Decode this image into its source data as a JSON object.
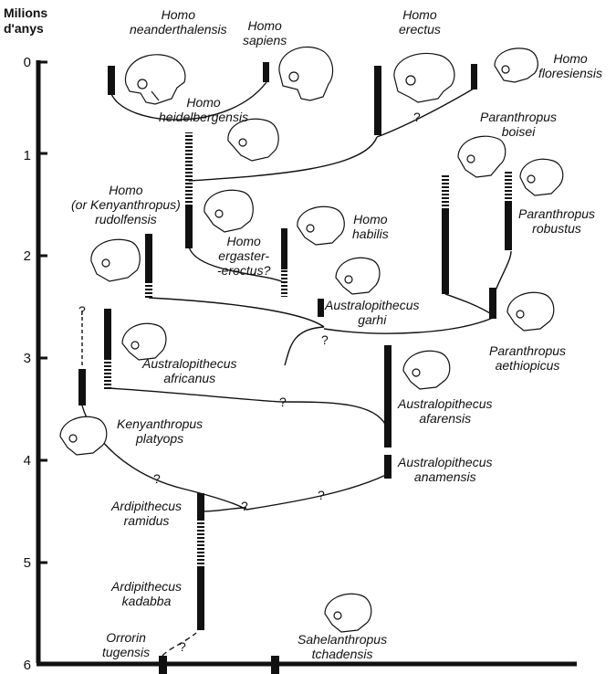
{
  "axis": {
    "title_line1": "Milions",
    "title_line2": "d'anys",
    "ticks": [
      "0",
      "1",
      "2",
      "3",
      "4",
      "5",
      "6"
    ]
  },
  "species": {
    "h_neanderthalensis": [
      "Homo",
      "neanderthalensis"
    ],
    "h_sapiens": [
      "Homo",
      "sapiens"
    ],
    "h_erectus": [
      "Homo",
      "erectus"
    ],
    "h_floresiensis": [
      "Homo",
      "floresiensis"
    ],
    "h_heidelbergensis": [
      "Homo",
      "heidelbergensis"
    ],
    "p_boisei": [
      "Paranthropus",
      "boisei"
    ],
    "p_robustus": [
      "Paranthropus",
      "robustus"
    ],
    "h_rudolfensis": [
      "Homo",
      "(or Kenyanthropus)",
      "rudolfensis"
    ],
    "h_habilis": [
      "Homo",
      "habilis"
    ],
    "h_ergaster": [
      "Homo",
      "ergaster-",
      "-erectus?"
    ],
    "a_garhi": [
      "Australopithecus",
      "garhi"
    ],
    "a_africanus": [
      "Australopithecus",
      "africanus"
    ],
    "p_aethiopicus": [
      "Paranthropus",
      "aethiopicus"
    ],
    "a_afarensis": [
      "Australopithecus",
      "afarensis"
    ],
    "k_platyops": [
      "Kenyanthropus",
      "platyops"
    ],
    "a_anamensis": [
      "Australopithecus",
      "anamensis"
    ],
    "ar_ramidus": [
      "Ardipithecus",
      "ramidus"
    ],
    "ar_kadabba": [
      "Ardipithecus",
      "kadabba"
    ],
    "o_tugensis": [
      "Orrorin",
      "tugensis"
    ],
    "s_tchadensis": [
      "Sahelanthropus",
      "tchadensis"
    ]
  },
  "question_mark": "?",
  "colors": {
    "ink": "#111111",
    "skull_fill": "#ffffff"
  },
  "icons": [
    "skull-icon"
  ]
}
